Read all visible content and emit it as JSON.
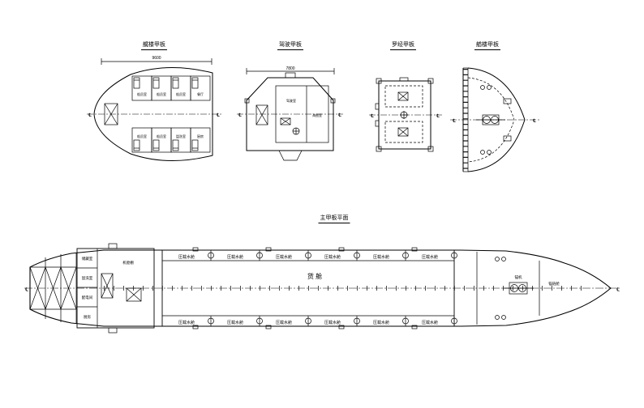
{
  "page": {
    "background": "#ffffff",
    "ink": "#000000"
  },
  "titles": {
    "view1": "艉楼甲板",
    "view2": "驾驶甲板",
    "view3": "罗经甲板",
    "view4": "艏楼甲板",
    "main": "主甲板平面"
  },
  "dimensions": {
    "view1": "9600",
    "view2": "7800"
  },
  "labels": {
    "crew_room": "船员室",
    "mess_room": "餐厅",
    "wash_room": "盥洗室",
    "galley": "厨房",
    "store_room": "储藏室",
    "switchboard_room": "配电间",
    "wheelhouse": "驾驶室",
    "chart_room": "海图室",
    "engine_casing": "机舱棚",
    "cargo_hold": "货  舱",
    "ballast_tank": "压载水舱",
    "windlass": "锚机",
    "chain_locker": "锚链舱",
    "centerline": "℄"
  }
}
